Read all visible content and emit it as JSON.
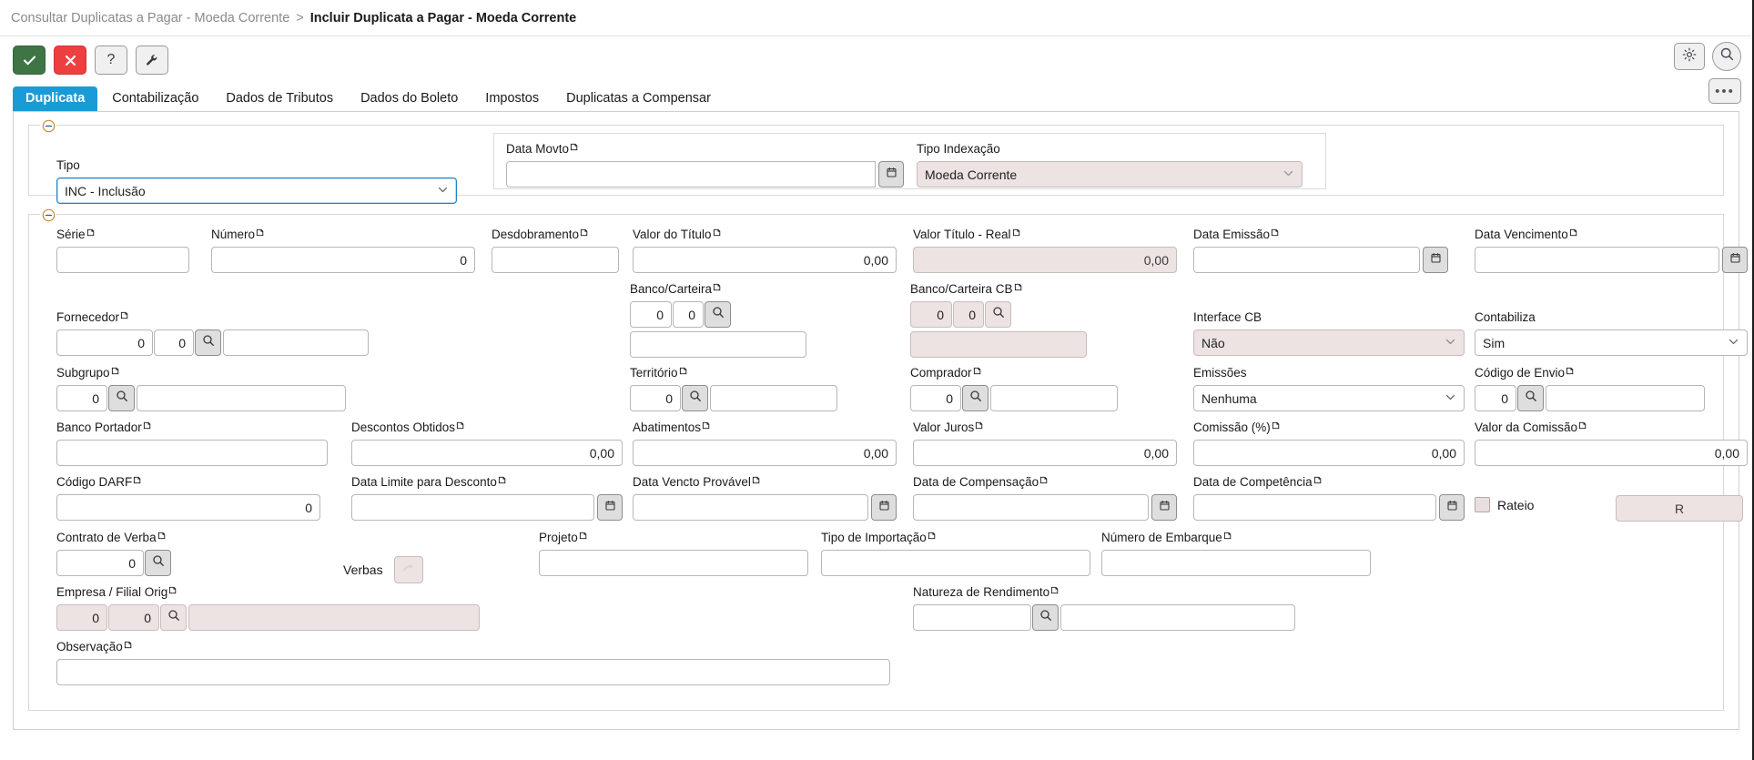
{
  "breadcrumb": {
    "previous": "Consultar Duplicatas a Pagar - Moeda Corrente",
    "separator": ">",
    "current": "Incluir Duplicata a Pagar - Moeda Corrente"
  },
  "toolbar": {
    "confirm_label": "check-icon",
    "cancel_label": "x-icon",
    "help_label": "?",
    "tools_label": "wrench-icon",
    "settings_label": "gear-icon",
    "search_label": "search-icon",
    "more_label": "•••"
  },
  "tabs": [
    {
      "label": "Duplicata",
      "active": true
    },
    {
      "label": "Contabilização",
      "active": false
    },
    {
      "label": "Dados de Tributos",
      "active": false
    },
    {
      "label": "Dados do Boleto",
      "active": false
    },
    {
      "label": "Impostos",
      "active": false
    },
    {
      "label": "Duplicatas a Compensar",
      "active": false
    }
  ],
  "group_header": {
    "tipo": {
      "label": "Tipo",
      "value": "INC - Inclusão",
      "state": "focused"
    },
    "data_movto": {
      "label": "Data Movto",
      "value": "",
      "state": "enabled"
    },
    "tipo_indexacao": {
      "label": "Tipo Indexação",
      "value": "Moeda Corrente",
      "state": "disabled"
    }
  },
  "group_main": {
    "serie": {
      "label": "Série",
      "value": ""
    },
    "numero": {
      "label": "Número",
      "value": "0"
    },
    "desdobramento": {
      "label": "Desdobramento",
      "value": ""
    },
    "valor_titulo": {
      "label": "Valor do Título",
      "value": "0,00"
    },
    "valor_titulo_real": {
      "label": "Valor Título - Real",
      "value": "0,00",
      "state": "disabled"
    },
    "data_emissao": {
      "label": "Data Emissão",
      "value": ""
    },
    "data_vencimento": {
      "label": "Data Vencimento",
      "value": ""
    },
    "fornecedor": {
      "label": "Fornecedor",
      "code1": "0",
      "code2": "0",
      "desc": ""
    },
    "banco_carteira": {
      "label": "Banco/Carteira",
      "code1": "0",
      "code2": "0",
      "desc": ""
    },
    "banco_carteira_cb": {
      "label": "Banco/Carteira CB",
      "code1": "0",
      "code2": "0",
      "desc": "",
      "state": "disabled"
    },
    "interface_cb": {
      "label": "Interface CB",
      "value": "Não",
      "state": "disabled"
    },
    "contabiliza": {
      "label": "Contabiliza",
      "value": "Sim",
      "state": "enabled"
    },
    "subgrupo": {
      "label": "Subgrupo",
      "code": "0",
      "desc": ""
    },
    "territorio": {
      "label": "Território",
      "code": "0",
      "desc": ""
    },
    "comprador": {
      "label": "Comprador",
      "code": "0",
      "desc": ""
    },
    "emissoes": {
      "label": "Emissões",
      "value": "Nenhuma",
      "state": "enabled"
    },
    "codigo_envio": {
      "label": "Código de Envio",
      "code": "0",
      "desc": ""
    },
    "banco_portador": {
      "label": "Banco Portador",
      "value": ""
    },
    "descontos_obtidos": {
      "label": "Descontos Obtidos",
      "value": "0,00"
    },
    "abatimentos": {
      "label": "Abatimentos",
      "value": "0,00"
    },
    "valor_juros": {
      "label": "Valor Juros",
      "value": "0,00"
    },
    "comissao_pct": {
      "label": "Comissão (%)",
      "value": "0,00"
    },
    "valor_comissao": {
      "label": "Valor da Comissão",
      "value": "0,00"
    },
    "codigo_darf": {
      "label": "Código DARF",
      "value": "0"
    },
    "data_limite_desconto": {
      "label": "Data Limite para Desconto",
      "value": ""
    },
    "data_vencto_provavel": {
      "label": "Data Vencto Provável",
      "value": ""
    },
    "data_compensacao": {
      "label": "Data de Compensação",
      "value": ""
    },
    "data_competencia": {
      "label": "Data de Competência",
      "value": ""
    },
    "rateio": {
      "label": "Rateio",
      "checked": false,
      "state": "disabled"
    },
    "rateio_button": {
      "label": "R",
      "state": "disabled"
    },
    "contrato_verba": {
      "label": "Contrato de Verba",
      "code": "0",
      "desc": ""
    },
    "verbas": {
      "label": "Verbas",
      "button": "arrow-right-icon",
      "state": "disabled"
    },
    "projeto": {
      "label": "Projeto",
      "value": ""
    },
    "tipo_importacao": {
      "label": "Tipo de Importação",
      "value": ""
    },
    "numero_embarque": {
      "label": "Número de Embarque",
      "value": ""
    },
    "empresa_filial_orig": {
      "label": "Empresa / Filial Orig",
      "code1": "0",
      "code2": "0",
      "desc": "",
      "state": "disabled"
    },
    "natureza_rendimento": {
      "label": "Natureza de Rendimento",
      "code": "",
      "desc": ""
    },
    "observacao": {
      "label": "Observação",
      "value": ""
    }
  },
  "colors": {
    "accent": "#1a9ad6",
    "confirm": "#3f7545",
    "cancel": "#ec3f3f",
    "disabled_bg": "#ece3e2"
  }
}
